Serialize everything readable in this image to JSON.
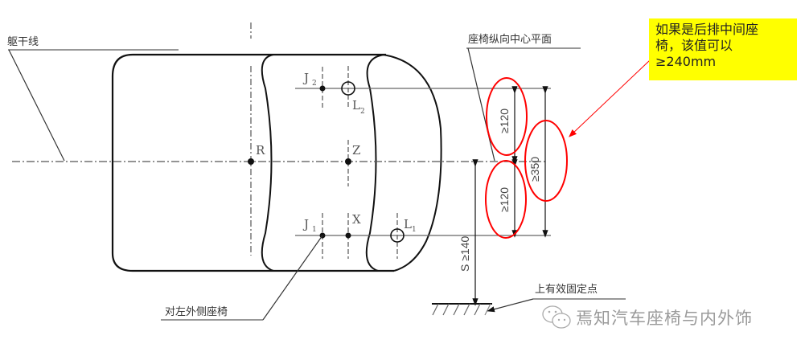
{
  "diagram": {
    "labels": {
      "torso_line": "躯干线",
      "seat_center_plane": "座椅纵向中心平面",
      "left_outboard_seat": "对左外侧座椅",
      "upper_anchorage": "上有效固定点"
    },
    "points": {
      "R": "R",
      "Z": "Z",
      "X": "X",
      "J": "J",
      "L": "L",
      "sub1": "1",
      "sub2": "2"
    },
    "dimensions": {
      "upper": "≥120",
      "lower": "≥120",
      "total": "≥350",
      "height": "S ≥140"
    },
    "annotation": {
      "line1": "如果是后排中间座",
      "line2": "椅，该值可以",
      "line3": "≥240mm",
      "background": "#ffff00",
      "highlight_color": "#ff0000"
    },
    "watermark": {
      "text": "焉知汽车座椅与内外饰",
      "icon": "wechat-icon"
    }
  }
}
